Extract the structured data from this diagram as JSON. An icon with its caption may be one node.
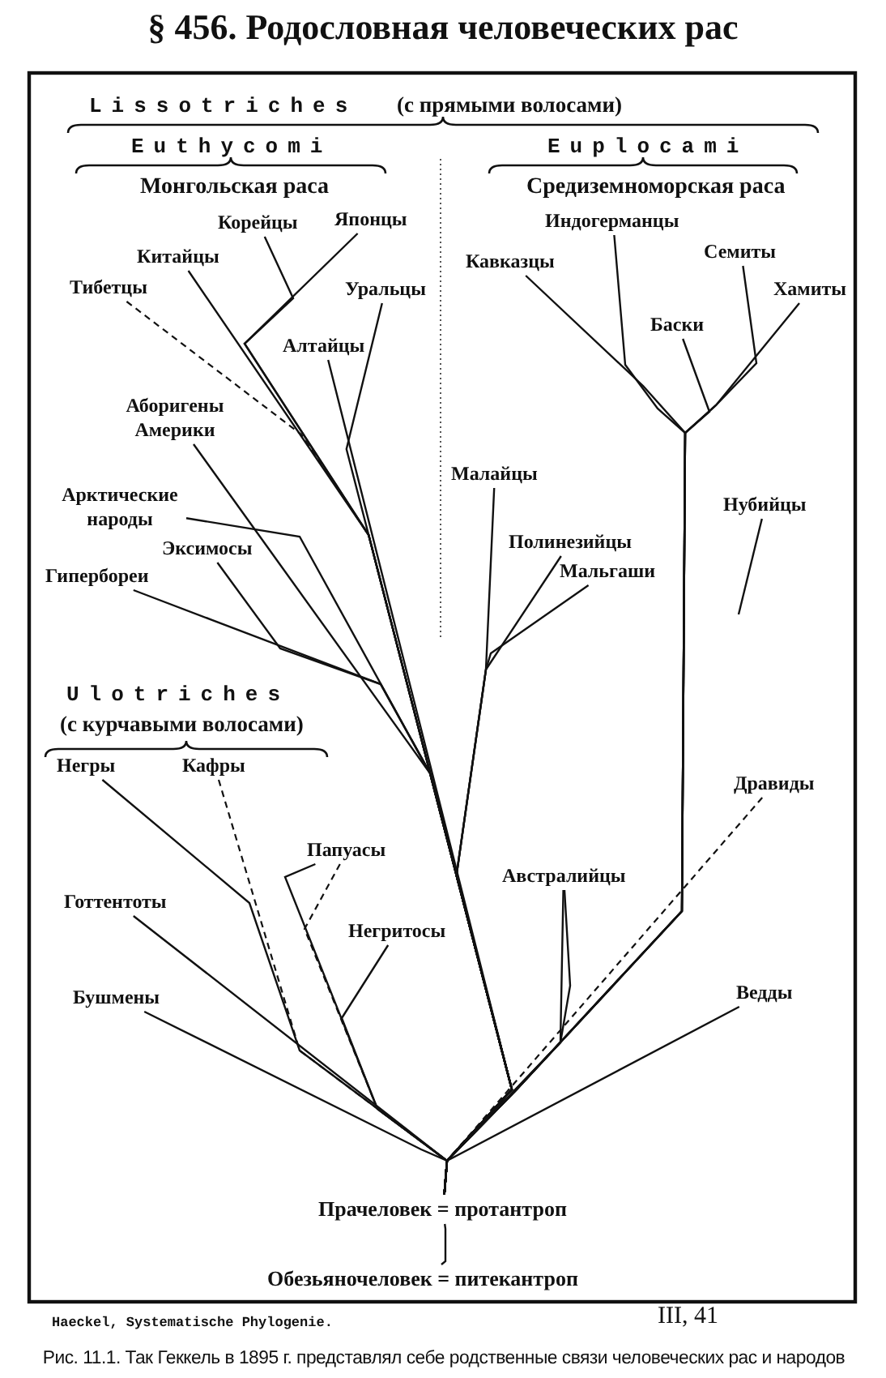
{
  "diagram": {
    "title": "§ 456. Родословная человеческих рас",
    "caption": "Рис. 11.1. Так Геккель в 1895 г. представлял себе родственные связи человеческих рас и народов",
    "nodes": [
      {
        "text": [
          "Корейцы"
        ]
      },
      {
        "text": [
          "Японцы"
        ]
      },
      {
        "text": [
          "Индогерманцы"
        ]
      },
      {
        "text": [
          "Семиты"
        ]
      },
      {
        "text": [
          "Китайцы"
        ]
      },
      {
        "text": [
          "Кавказцы"
        ]
      },
      {
        "text": [
          "Тибетцы"
        ]
      },
      {
        "text": [
          "Уральцы"
        ]
      },
      {
        "text": [
          "Хамиты"
        ]
      },
      {
        "text": [
          "Баски"
        ]
      },
      {
        "text": [
          "Алтайцы"
        ]
      },
      {
        "text": [
          "Аборигены Америки"
        ]
      },
      {
        "text": [
          "Малайцы"
        ]
      },
      {
        "text": [
          "Нубийцы"
        ]
      },
      {
        "text": [
          "Арктические народы"
        ]
      },
      {
        "text": [
          "Полинезийцы"
        ]
      },
      {
        "text": [
          "Эксимосы"
        ]
      },
      {
        "text": [
          "Мальгаши"
        ]
      },
      {
        "text": [
          "Гипербореи"
        ]
      },
      {
        "text": [
          "Негры"
        ]
      },
      {
        "text": [
          "Кафры"
        ]
      },
      {
        "text": [
          "Дравиды"
        ]
      },
      {
        "text": [
          "Папуасы"
        ]
      },
      {
        "text": [
          "Австралийцы"
        ]
      },
      {
        "text": [
          "Готтентоты"
        ]
      },
      {
        "text": [
          "Негритосы"
        ]
      },
      {
        "text": [
          "Ведды"
        ]
      },
      {
        "text": [
          "Бушмены"
        ]
      },
      {
        "text": [
          "Прачеловек = протантроп"
        ]
      },
      {
        "text": [
          "Обезьяночеловек = питекантроп"
        ]
      }
    ],
    "edges": [
      {
        "from": 0,
        "to": 28,
        "arrow": "none"
      },
      {
        "from": 1,
        "to": 28,
        "arrow": "none"
      },
      {
        "from": 2,
        "to": 28,
        "arrow": "none"
      },
      {
        "from": 3,
        "to": 28,
        "arrow": "none"
      },
      {
        "from": 4,
        "to": 28,
        "arrow": "none"
      },
      {
        "from": 5,
        "to": 28,
        "arrow": "none"
      },
      {
        "from": 6,
        "to": 28,
        "arrow": "none",
        "style": "dashed"
      },
      {
        "from": 7,
        "to": 28,
        "arrow": "none"
      },
      {
        "from": 8,
        "to": 28,
        "arrow": "none"
      },
      {
        "from": 9,
        "to": 28,
        "arrow": "none"
      },
      {
        "from": 10,
        "to": 28,
        "arrow": "none"
      },
      {
        "from": 11,
        "to": 28,
        "arrow": "none"
      },
      {
        "from": 12,
        "to": 28,
        "arrow": "none"
      },
      {
        "from": 13,
        "to": null,
        "arrow": "none"
      },
      {
        "from": 14,
        "to": 28,
        "arrow": "none"
      },
      {
        "from": 15,
        "to": 28,
        "arrow": "none"
      },
      {
        "from": 16,
        "to": 28,
        "arrow": "none"
      },
      {
        "from": 17,
        "to": 28,
        "arrow": "none"
      },
      {
        "from": 18,
        "to": 28,
        "arrow": "none"
      },
      {
        "from": 19,
        "to": 28,
        "arrow": "none"
      },
      {
        "from": 20,
        "to": 28,
        "arrow": "none",
        "style": "dashed"
      },
      {
        "from": 21,
        "to": 28,
        "arrow": "none",
        "style": "dashed"
      },
      {
        "from": 22,
        "to": 28,
        "arrow": "none"
      },
      {
        "from": 22,
        "to": 28,
        "arrow": "none",
        "style": "dashed"
      },
      {
        "from": 23,
        "to": 28,
        "arrow": "none"
      },
      {
        "from": 23,
        "to": 28,
        "arrow": "none"
      },
      {
        "from": 24,
        "to": 28,
        "arrow": "none"
      },
      {
        "from": 25,
        "to": 28,
        "arrow": "none"
      },
      {
        "from": 26,
        "to": 28,
        "arrow": "none"
      },
      {
        "from": 27,
        "to": 28,
        "arrow": "none"
      },
      {
        "from": 28,
        "to": 29,
        "arrow": "none"
      }
    ],
    "labels": [
      "Lissotriches",
      "(с прямыми волосами)",
      "Euthycomi",
      "Euplocami",
      "Монгольская раса",
      "Средиземноморская раса",
      "Ulotriches",
      "(с курчавыми волосами)",
      "Haeckel, Systematische Phylogenie.",
      "III, 41"
    ]
  }
}
